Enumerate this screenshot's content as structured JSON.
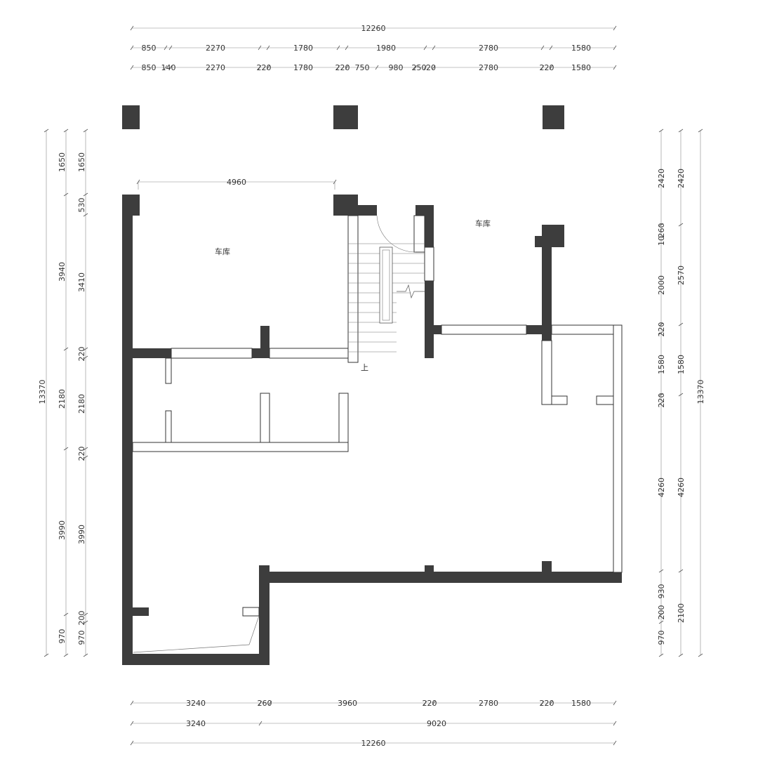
{
  "rooms": {
    "garage_left": "车库",
    "garage_right": "车库",
    "stair_up": "上"
  },
  "dimensions": {
    "top_total": "12260",
    "top_row2": [
      "850",
      "2270",
      "1780",
      "1980",
      "2780",
      "1580"
    ],
    "top_row3": [
      "850",
      "140",
      "2270",
      "220",
      "1780",
      "220",
      "750",
      "980",
      "250",
      "20",
      "2780",
      "220",
      "1580"
    ],
    "inner_width": "4960",
    "left_outer": [
      "1650",
      "3940",
      "2180",
      "3990",
      "970"
    ],
    "left_inner": [
      "1650",
      "530",
      "3410",
      "220",
      "2180",
      "220",
      "3990",
      "200",
      "970"
    ],
    "left_total": "13370",
    "right_inner": [
      "2420",
      "260",
      "10",
      "2000",
      "220",
      "1580",
      "220",
      "4260",
      "930",
      "200",
      "970"
    ],
    "right_outer": [
      "2420",
      "2570",
      "1580",
      "4260",
      "2100"
    ],
    "right_total": "13370",
    "bottom_row1": [
      "3240",
      "260",
      "3960",
      "220",
      "2780",
      "220",
      "1580"
    ],
    "bottom_row2": [
      "3240",
      "9020"
    ],
    "bottom_total": "12260"
  },
  "colors": {
    "wall": "#3d3d3d",
    "line": "#333333",
    "dimension": "#888888"
  }
}
